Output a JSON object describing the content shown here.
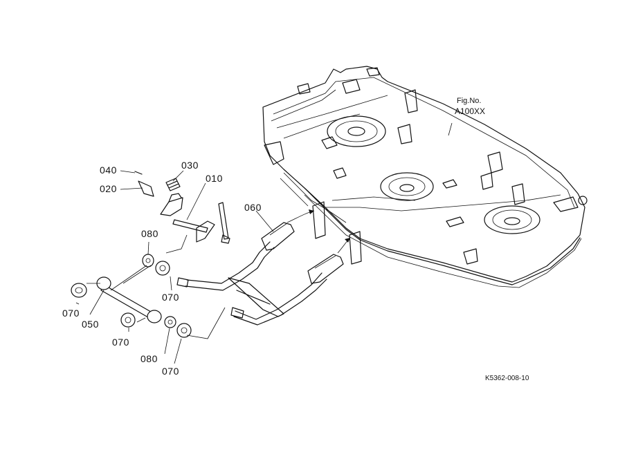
{
  "figure": {
    "fig_label": "Fig.No.",
    "fig_number": "A100XX",
    "drawing_code": "K5362-008-10"
  },
  "callouts": {
    "p010": "010",
    "p020": "020",
    "p030": "030",
    "p040": "040",
    "p050": "050",
    "p060": "060",
    "p070a": "070",
    "p070b": "070",
    "p070c": "070",
    "p070d": "070",
    "p080a": "080",
    "p080b": "080"
  }
}
